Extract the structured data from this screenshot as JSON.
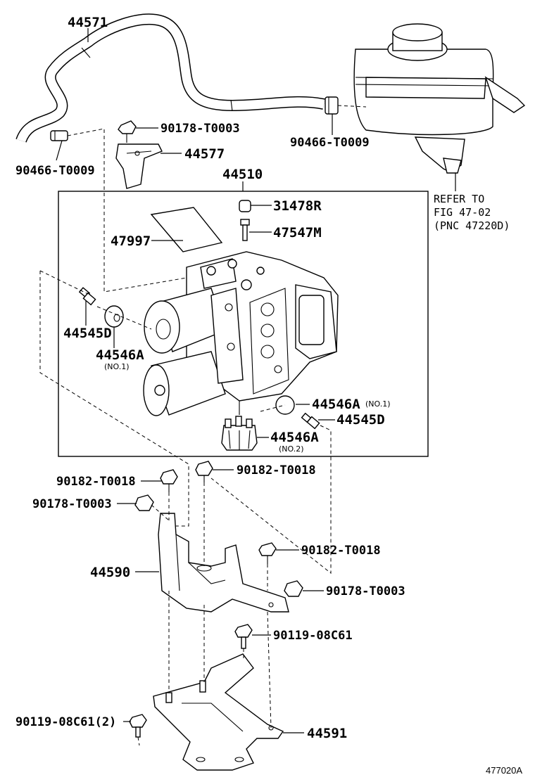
{
  "labels": {
    "p44571": "44571",
    "p90466a": "90466-T0009",
    "p90466b": "90466-T0009",
    "p90178a": "90178-T0003",
    "p44577": "44577",
    "p44510": "44510",
    "p31478R": "31478R",
    "p47547M": "47547M",
    "p47997": "47997",
    "p44545Da": "44545D",
    "p44546Aa": "44546A",
    "p44546Aa_sub": "(NO.1)",
    "p44546Ab": "44546A",
    "p44546Ab_sub": "(NO.1)",
    "p44545Db": "44545D",
    "p44546Ac": "44546A",
    "p44546Ac_sub": "(NO.2)",
    "p90182a": "90182-T0018",
    "p90182b": "90182-T0018",
    "p90178b": "90178-T0003",
    "p90182c": "90182-T0018",
    "p44590": "44590",
    "p90178c": "90178-T0003",
    "p90119a": "90119-08C61",
    "p90119b": "90119-08C61(2)",
    "p44591": "44591"
  },
  "reference": {
    "line1": "REFER TO",
    "line2": "FIG 47-02",
    "line3": "(PNC 47220D)"
  },
  "figure_id": "477020A"
}
